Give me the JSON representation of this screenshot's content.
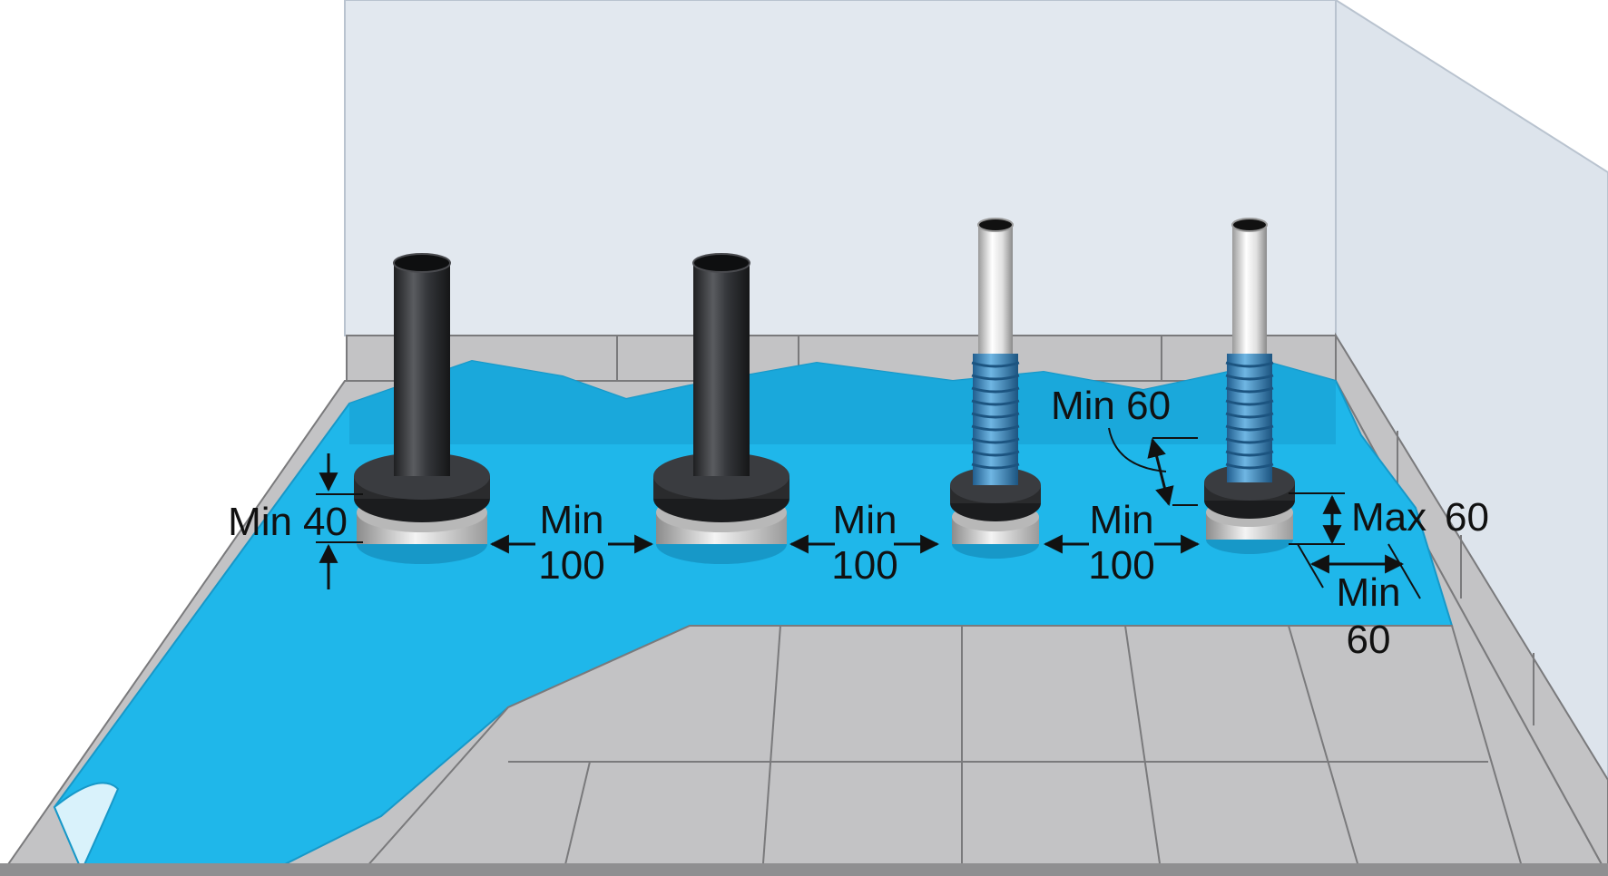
{
  "labels": {
    "pipe1_clearance_min": "Min",
    "pipe1_clearance_val": "40",
    "gap1_min": "Min",
    "gap1_val": "100",
    "gap2_min": "Min",
    "gap2_val": "100",
    "gap3_min": "Min",
    "gap3_val": "100",
    "pipe3_height": "Min 60",
    "pipe4_max": "Max",
    "pipe4_max_val": "60",
    "pipe4_edge_min": "Min",
    "pipe4_edge_val": "60"
  },
  "pipes": [
    {
      "name": "pipe-1",
      "kind": "black-pipe"
    },
    {
      "name": "pipe-2",
      "kind": "black-pipe"
    },
    {
      "name": "pipe-3",
      "kind": "flexible-hose-pipe"
    },
    {
      "name": "pipe-4",
      "kind": "flexible-hose-pipe"
    }
  ],
  "colors": {
    "wall": "#e2e8ef",
    "wall_right": "#dde4ec",
    "membrane": "#1fb7ea",
    "membrane_dark": "#1798c8",
    "tile": "#c3c3c5",
    "tile_grout": "#7a7a7c",
    "pipe_black": "#2a2b2d",
    "pipe_white": "#e8e8e8",
    "hose_blue": "#3b8fc7"
  }
}
